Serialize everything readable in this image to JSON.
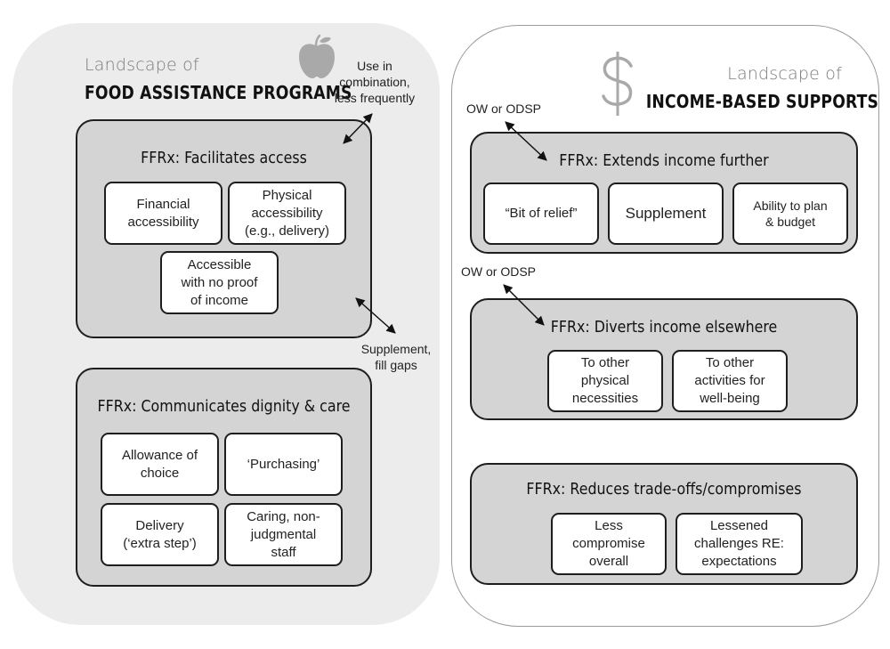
{
  "icons": {
    "apple": "apple-icon",
    "dollar": "dollar-sign-icon"
  },
  "colors": {
    "panel_fill": "#ececec",
    "section_fill": "#d4d4d4",
    "card_fill": "#ffffff",
    "outline": "#1e1e1e",
    "muted_text": "#7a7a7a"
  },
  "food": {
    "landscape_prefix": "Landscape of",
    "landscape_title": "FOOD ASSISTANCE PROGRAMS",
    "note_top": "Use in\ncombination,\nless frequently",
    "note_bottom": "Supplement,\nfill gaps",
    "facilitates": {
      "title": "FFRx: Facilitates access",
      "cards": [
        "Financial\naccessibility",
        "Physical\naccessibility\n(e.g., delivery)",
        "Accessible\nwith no proof\nof income"
      ]
    },
    "dignity": {
      "title": "FFRx: Communicates dignity & care",
      "cards": [
        "Allowance of\nchoice",
        "‘Purchasing’",
        "Delivery\n(‘extra step’)",
        "Caring, non-\njudgmental\nstaff"
      ]
    }
  },
  "income": {
    "landscape_prefix": "Landscape of",
    "landscape_title": "INCOME-BASED SUPPORTS",
    "note_1": "OW or ODSP",
    "note_2": "OW or ODSP",
    "extends": {
      "title": "FFRx: Extends income further",
      "cards": [
        "“Bit of relief”",
        "Supplement",
        "Ability to plan\n& budget"
      ]
    },
    "diverts": {
      "title": "FFRx: Diverts income elsewhere",
      "cards": [
        "To other\nphysical\nnecessities",
        "To other\nactivities for\nwell-being"
      ]
    },
    "reduces": {
      "title": "FFRx: Reduces trade-offs/compromises",
      "cards": [
        "Less\ncompromise\noverall",
        "Lessened\nchallenges RE:\nexpectations"
      ]
    }
  }
}
